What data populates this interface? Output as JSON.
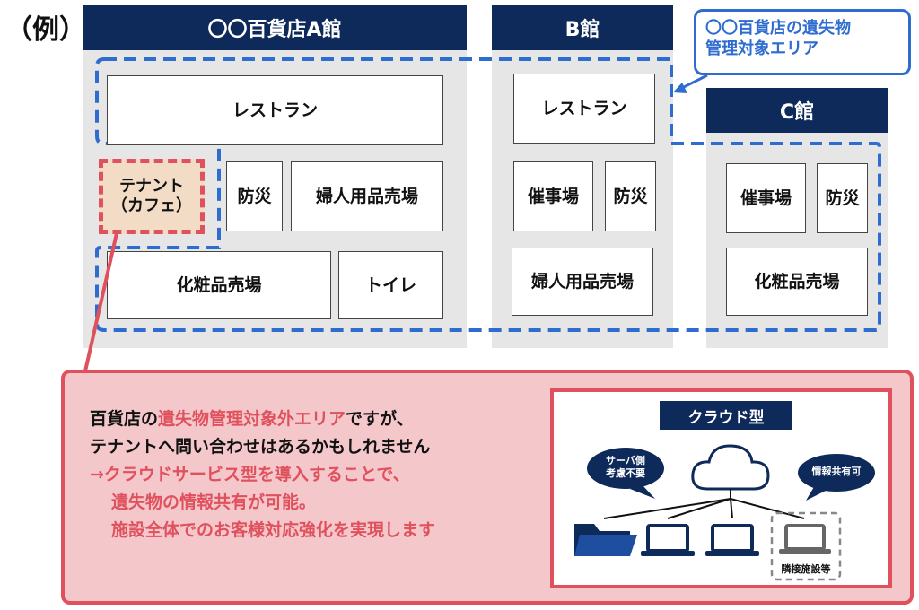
{
  "example_label": "（例）",
  "buildings": {
    "a": {
      "title": "〇〇百貨店A館",
      "restaurant": "レストラン",
      "tenant_line1": "テナント",
      "tenant_line2": "（カフェ）",
      "disaster": "防災",
      "womens": "婦人用品売場",
      "cosmetics": "化粧品売場",
      "toilet": "トイレ"
    },
    "b": {
      "title": "B館",
      "restaurant": "レストラン",
      "event": "催事場",
      "disaster": "防災",
      "womens": "婦人用品売場"
    },
    "c": {
      "title": "C館",
      "event": "催事場",
      "disaster": "防災",
      "cosmetics": "化粧品売場"
    }
  },
  "callout": {
    "line1": "〇〇百貨店の遺失物",
    "line2": "管理対象エリア"
  },
  "info": {
    "l1_a": "百貨店の",
    "l1_b": "遺失物管理対象外エリア",
    "l1_c": "ですが、",
    "l2": "テナントへ問い合わせはあるかもしれません",
    "l3": "→クラウドサービス型を導入することで、",
    "l4": "遺失物の情報共有が可能。",
    "l5": "施設全体でのお客様対応強化を実現します"
  },
  "cloud": {
    "title": "クラウド型",
    "bubble_left_1": "サーバ側",
    "bubble_left_2": "考慮不要",
    "bubble_right": "情報共有可",
    "neighbor": "隣接施設等"
  },
  "colors": {
    "navy": "#0d2a5a",
    "blue_dash": "#2f6ccf",
    "red": "#e0515e",
    "pink_bg": "#f4c7cb",
    "tenant_bg": "#f3dcc6"
  }
}
